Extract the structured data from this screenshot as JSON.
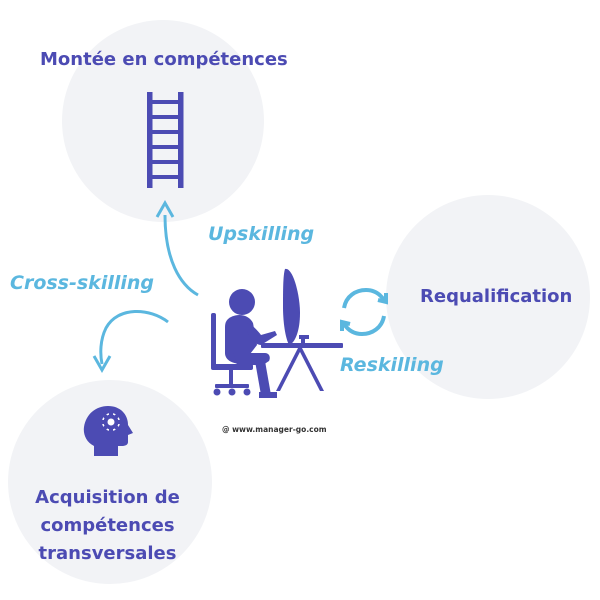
{
  "nodes": {
    "upskilling_target": {
      "label": "Montée en compétences"
    },
    "reskilling_target": {
      "label": "Requalification"
    },
    "crossskilling_target": {
      "line1": "Acquisition de",
      "line2": "compétences",
      "line3": "transversales"
    }
  },
  "edges": {
    "upskilling": {
      "label": "Upskilling"
    },
    "reskilling": {
      "label": "Reskilling"
    },
    "crossskilling": {
      "label": "Cross-skilling"
    }
  },
  "credit": "@ www.manager-go.com",
  "colors": {
    "primary": "#4c4bb3",
    "accent": "#5bb7df",
    "circle": "#f2f3f6"
  },
  "icons": [
    "ladder-icon",
    "head-gear-icon",
    "person-at-computer-icon",
    "sync-arrows-icon"
  ]
}
